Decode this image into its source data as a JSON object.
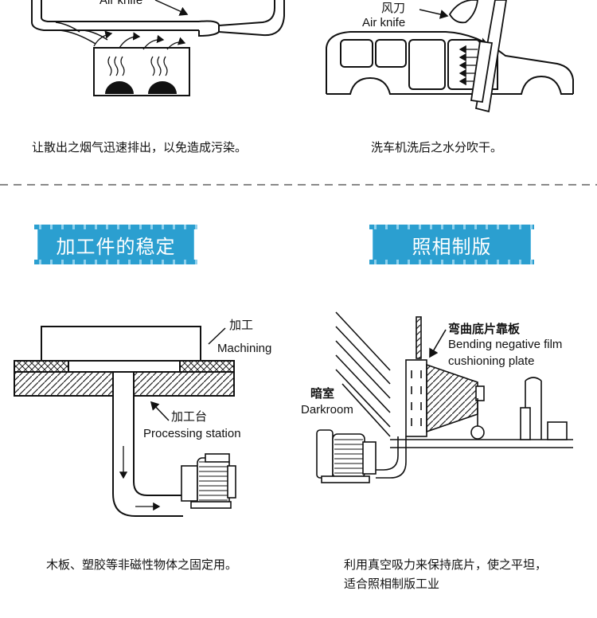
{
  "top": {
    "left_label_en": "Air knife",
    "right_label_cn": "风刀",
    "right_label_en": "Air knife",
    "caption_left": "让散出之烟气迅速排出，以免造成污染。",
    "caption_right": "洗车机洗后之水分吹干。"
  },
  "sections": {
    "left_banner": "加工件的稳定",
    "right_banner": "照相制版"
  },
  "bottom_left": {
    "machining_cn": "加工",
    "machining_en": "Machining",
    "station_cn": "加工台",
    "station_en": "Processing station",
    "caption": "木板、塑胶等非磁性物体之固定用。"
  },
  "bottom_right": {
    "plate_cn": "弯曲底片靠板",
    "plate_en_line1": "Bending negative film",
    "plate_en_line2": "cushioning plate",
    "darkroom_cn": "暗室",
    "darkroom_en": "Darkroom",
    "caption_line1": "利用真空吸力来保持底片，使之平坦，",
    "caption_line2": "适合照相制版工业"
  }
}
